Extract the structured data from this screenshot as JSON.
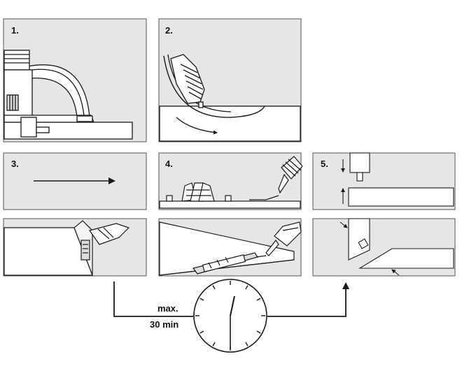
{
  "steps": [
    {
      "label": "1."
    },
    {
      "label": "2."
    },
    {
      "label": "3."
    },
    {
      "label": "4."
    },
    {
      "label": "5."
    }
  ],
  "wait": {
    "line1": "max.",
    "line2": "30 min"
  },
  "colors": {
    "panel_fill": "#e6e6e6",
    "panel_border": "#555555",
    "line": "#1a1a1a",
    "white": "#ffffff"
  }
}
